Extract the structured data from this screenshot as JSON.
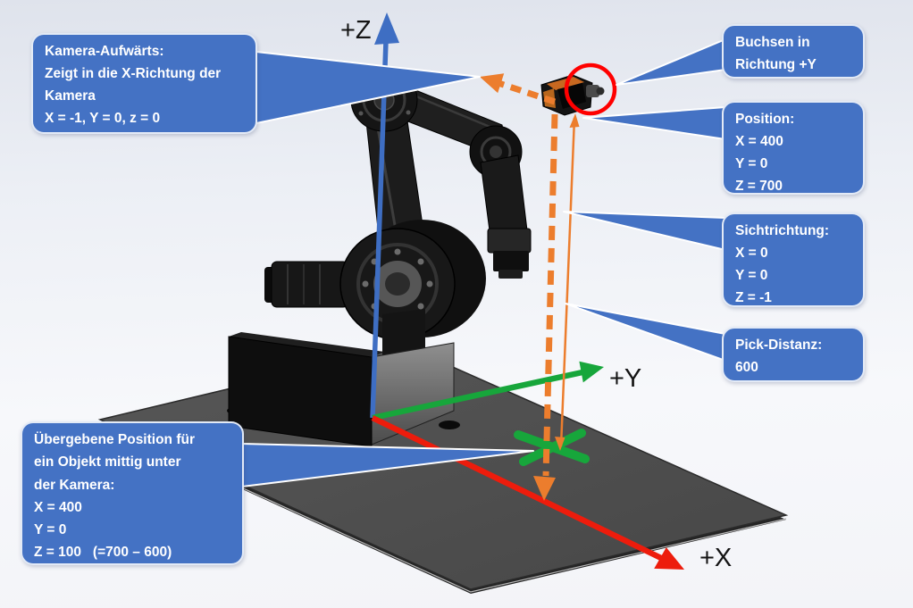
{
  "diagram": {
    "title_context": "Robot camera coordinate system diagram",
    "axis_labels": {
      "z": "+Z",
      "y": "+Y",
      "x": "+X"
    },
    "callouts": {
      "kamera_aufwaerts": {
        "lines": [
          "Kamera-Aufwärts:",
          "Zeigt in die X-Richtung der",
          "Kamera",
          "X = -1, Y = 0, z = 0"
        ]
      },
      "buchsen": {
        "lines": [
          "Buchsen in",
          "Richtung +Y"
        ]
      },
      "position": {
        "lines": [
          "Position:",
          "X = 400",
          "Y = 0",
          "Z = 700"
        ]
      },
      "sichtrichtung": {
        "lines": [
          "Sichtrichtung:",
          "X = 0",
          "Y = 0",
          "Z = -1"
        ]
      },
      "pick_distanz": {
        "lines": [
          "Pick-Distanz:",
          "600"
        ]
      },
      "uebergebene_position": {
        "lines": [
          "Übergebene Position für",
          "ein Objekt mittig unter",
          "der Kamera:",
          "X = 400",
          "Y = 0",
          "Z = 100   (=700 – 600)"
        ]
      }
    },
    "icons": {
      "marker": "object-position-x-marker",
      "highlight": "camera-connector-highlight-circle"
    },
    "colors": {
      "callout_blue": "#4472C4",
      "axis_z_blue": "#3E6EC3",
      "axis_y_green": "#17A63B",
      "axis_x_red": "#ED1C0C",
      "orange": "#EC7D2D",
      "highlight_red": "#FF0000",
      "plate_gray": "#4D4D4D"
    }
  }
}
